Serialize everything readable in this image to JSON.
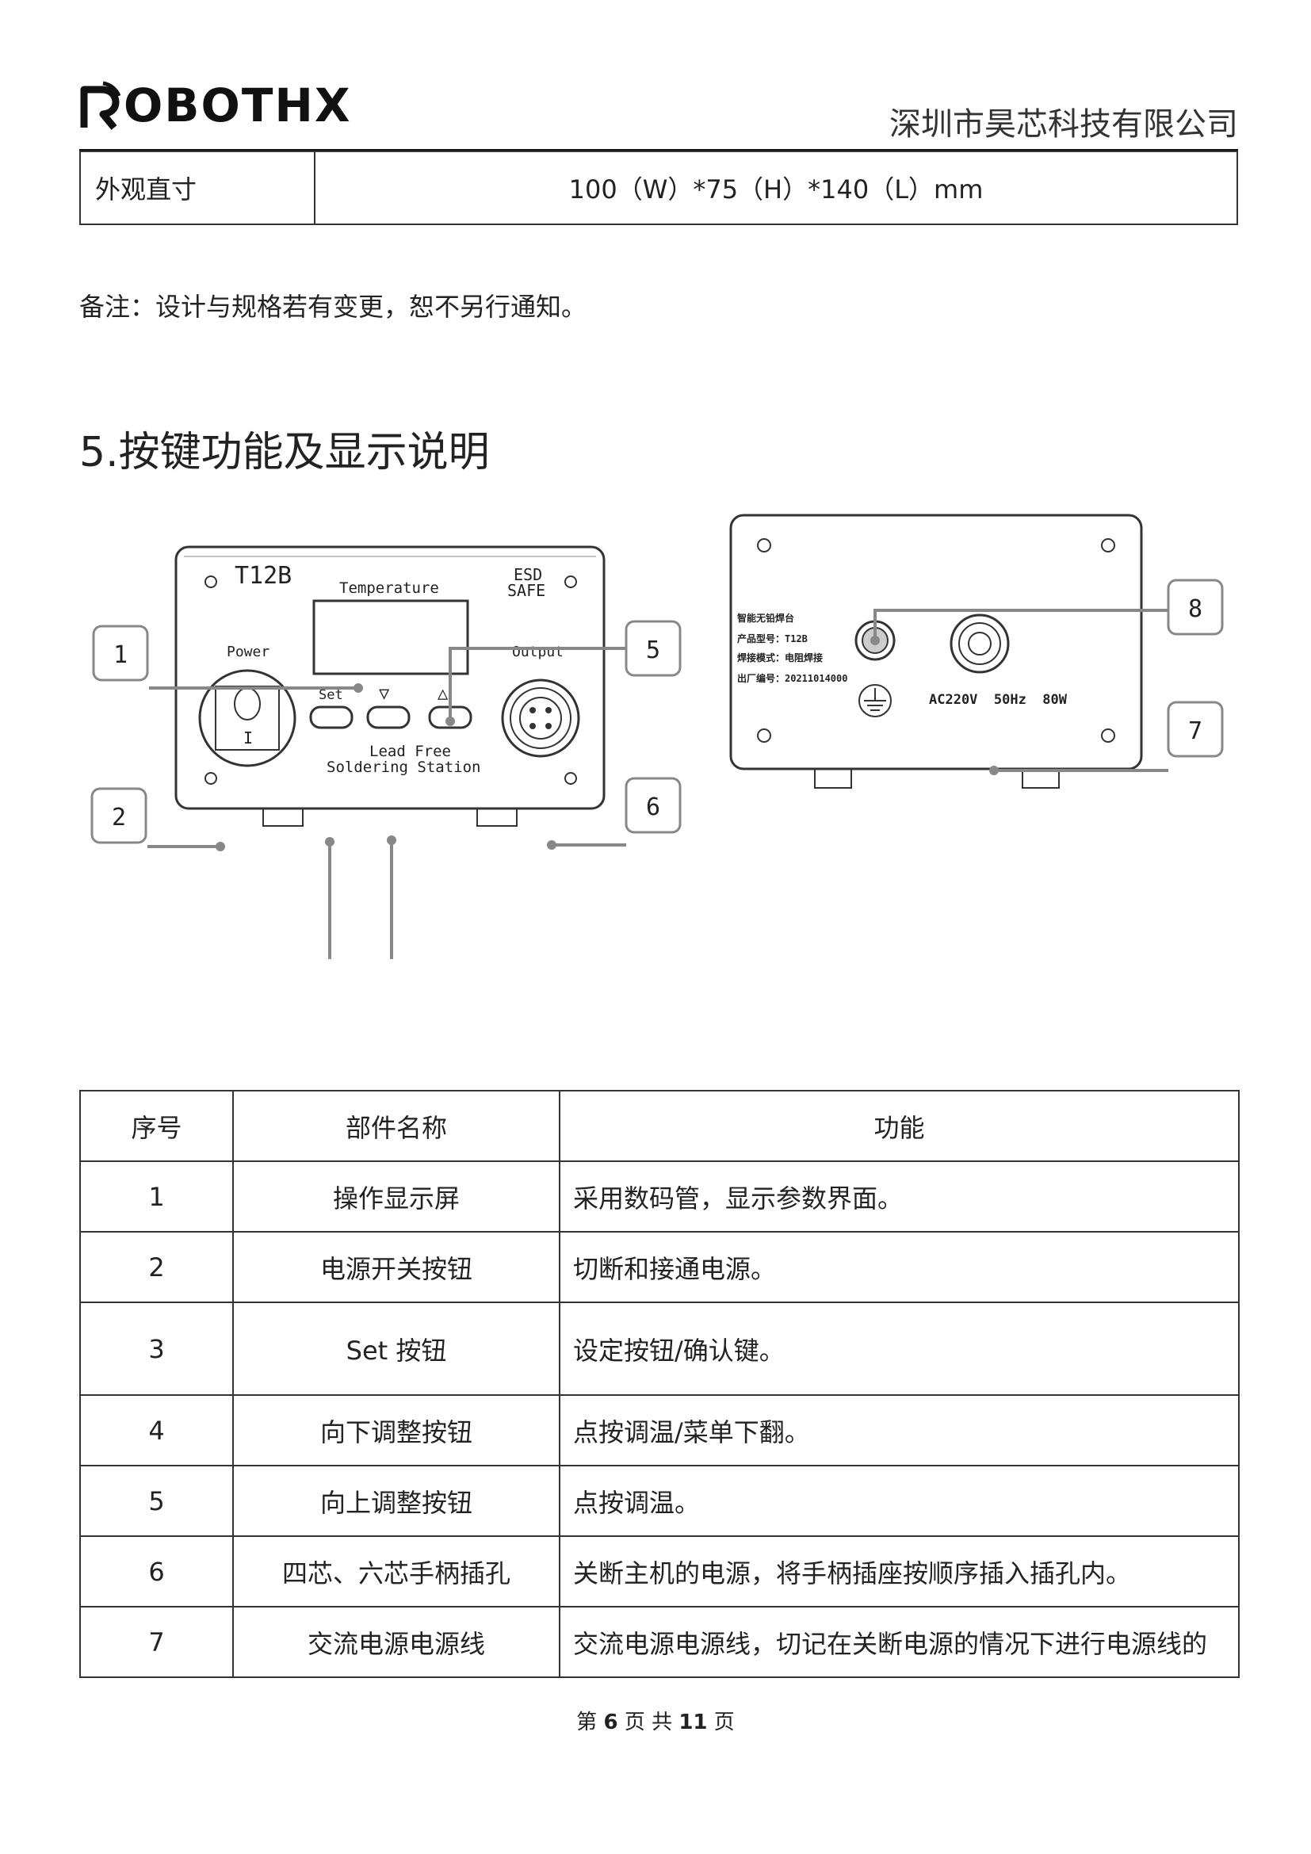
{
  "header": {
    "logo_text": "OBOTHX",
    "company": "深圳市昊芯科技有限公司"
  },
  "spec": {
    "label": "外观直寸",
    "value": "100（W）*75（H）*140（L）mm"
  },
  "note": "备注：设计与规格若有变更，恕不另行通知。",
  "section_title": "5.按键功能及显示说明",
  "front_panel": {
    "model": "T12B",
    "temperature": "Temperature",
    "esd": "ESD",
    "safe": "SAFE",
    "power": "Power",
    "output": "Output",
    "set": "Set",
    "down_symbol": "▽",
    "up_symbol": "△",
    "power_mark": "I",
    "lead_free": "Lead Free",
    "soldering_station": "Soldering Station",
    "callouts": [
      "1",
      "2",
      "5",
      "6"
    ]
  },
  "back_panel": {
    "label_lines": [
      "智能无铅焊台",
      "产品型号：T12B",
      "焊接模式：电阻焊接",
      "出厂编号：20211014000"
    ],
    "rating": "AC220V  50Hz  80W",
    "callouts": [
      "8",
      "7"
    ]
  },
  "func_table": {
    "headers": [
      "序号",
      "部件名称",
      "功能"
    ],
    "rows": [
      {
        "no": "1",
        "name": "操作显示屏",
        "func": "采用数码管，显示参数界面。"
      },
      {
        "no": "2",
        "name": "电源开关按钮",
        "func": "切断和接通电源。"
      },
      {
        "no": "3",
        "name": "Set 按钮",
        "func": "设定按钮/确认键。"
      },
      {
        "no": "4",
        "name": "向下调整按钮",
        "func": "点按调温/菜单下翻。"
      },
      {
        "no": "5",
        "name": "向上调整按钮",
        "func": "点按调温。"
      },
      {
        "no": "6",
        "name": "四芯、六芯手柄插孔",
        "func": "关断主机的电源，将手柄插座按顺序插入插孔内。"
      },
      {
        "no": "7",
        "name": "交流电源电源线",
        "func": "交流电源电源线，切记在关断电源的情况下进行电源线的"
      }
    ]
  },
  "footer": {
    "prefix": "第",
    "page": "6",
    "mid": "页 共",
    "total": "11",
    "suffix": "页"
  }
}
